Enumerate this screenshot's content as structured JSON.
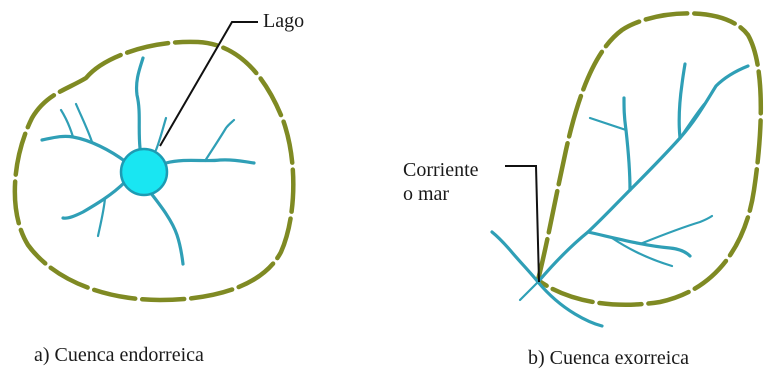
{
  "labels": {
    "lake": "Lago",
    "outlet_line1": "Corriente",
    "outlet_line2": "o mar",
    "caption_a": "a) Cuenca endorreica",
    "caption_b": "b) Cuenca exorreica"
  },
  "colors": {
    "basin_boundary": "#7f8a23",
    "river": "#2f9fb6",
    "lake_fill": "#19e6f2",
    "lake_outline": "#1d9bb3",
    "text": "#1a1a1a"
  }
}
